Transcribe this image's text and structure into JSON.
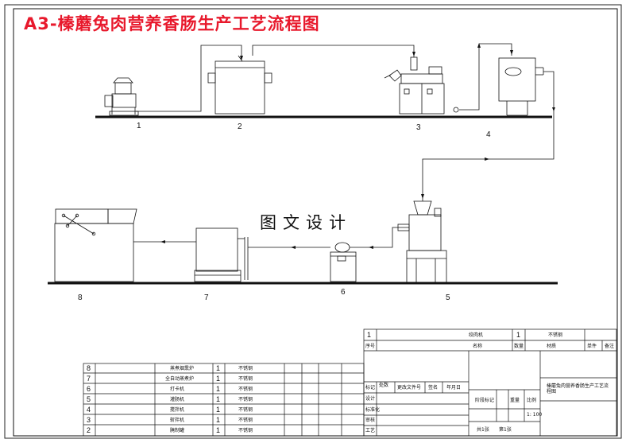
{
  "title": "A3-榛蘑兔肉营养香肠生产工艺流程图",
  "watermark": "图文设计",
  "machines": [
    {
      "num": "1"
    },
    {
      "num": "2"
    },
    {
      "num": "3"
    },
    {
      "num": "4"
    },
    {
      "num": "5"
    },
    {
      "num": "6"
    },
    {
      "num": "7"
    },
    {
      "num": "8"
    }
  ],
  "parts_list": [
    {
      "no": "8",
      "name": "蒸煮烟熏炉",
      "qty": "1",
      "material": "不锈钢"
    },
    {
      "no": "7",
      "name": "全自动蒸煮炉",
      "qty": "1",
      "material": "不锈钢"
    },
    {
      "no": "6",
      "name": "打卡机",
      "qty": "1",
      "material": "不锈钢"
    },
    {
      "no": "5",
      "name": "灌肠机",
      "qty": "1",
      "material": "不锈钢"
    },
    {
      "no": "4",
      "name": "搅拌机",
      "qty": "1",
      "material": "不锈钢"
    },
    {
      "no": "3",
      "name": "斩拌机",
      "qty": "1",
      "material": "不锈钢"
    },
    {
      "no": "2",
      "name": "腌制罐",
      "qty": "1",
      "material": "不锈钢"
    }
  ],
  "title_block": {
    "row1": {
      "no": "1",
      "name": "绞肉机",
      "qty": "1",
      "material": "不锈钢"
    },
    "hdr_no": "序号",
    "hdr_name": "名称",
    "hdr_qty": "数量",
    "hdr_material": "材质",
    "hdr_unit_weight": "单件",
    "hdr_note": "备注",
    "mark": "标记",
    "count": "处数",
    "change_doc": "更改文件号",
    "sign": "签名",
    "date": "年月日",
    "design": "设计",
    "standard": "标准化",
    "review": "审核",
    "process": "工艺",
    "stage_mark": "阶段标记",
    "weight": "重量",
    "scale_label": "比例",
    "scale": "1: 100",
    "drawing_name": "榛蘑兔肉营养香肠生产工艺流程图",
    "sheets_total": "共1张",
    "sheet_no": "第1张"
  }
}
